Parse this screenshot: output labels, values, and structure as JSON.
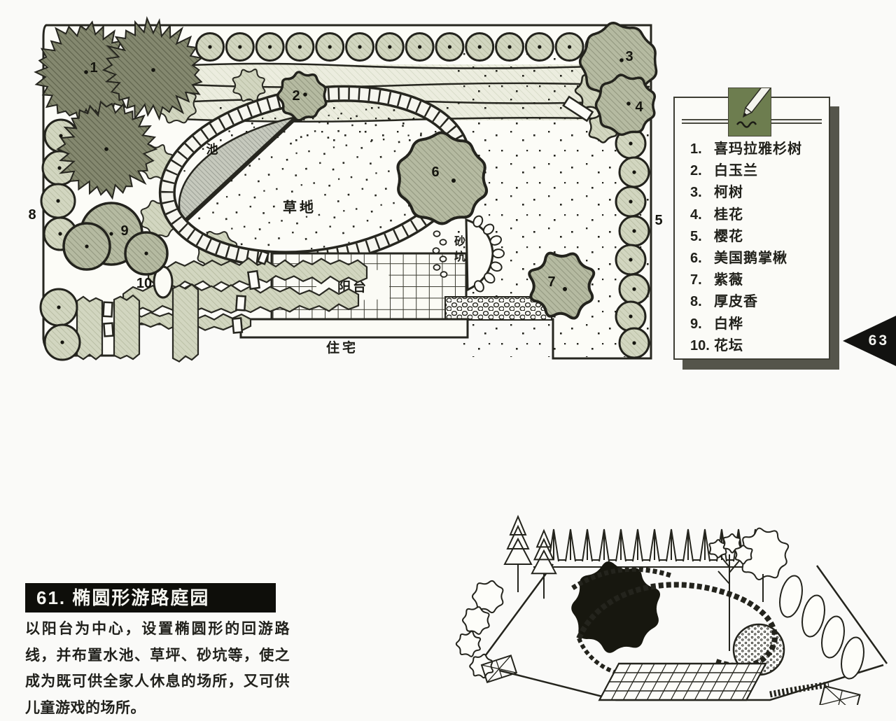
{
  "plan": {
    "labels": {
      "pond": "池",
      "lawn": "草地",
      "sandpit_1": "砂",
      "sandpit_2": "坑",
      "terrace": "阳台",
      "house": "住宅"
    },
    "markers": {
      "m1": "1",
      "m2": "2",
      "m3": "3",
      "m4": "4",
      "m5": "5",
      "m6": "6",
      "m7": "7",
      "m8": "8",
      "m9": "9",
      "m10": "10"
    }
  },
  "legend": {
    "items": [
      {
        "num": "1.",
        "name": "喜玛拉雅杉树"
      },
      {
        "num": "2.",
        "name": "白玉兰"
      },
      {
        "num": "3.",
        "name": "柯树"
      },
      {
        "num": "4.",
        "name": "桂花"
      },
      {
        "num": "5.",
        "name": "樱花"
      },
      {
        "num": "6.",
        "name": "美国鹅掌楸"
      },
      {
        "num": "7.",
        "name": "紫薇"
      },
      {
        "num": "8.",
        "name": "厚皮香"
      },
      {
        "num": "9.",
        "name": "白桦"
      },
      {
        "num": "10.",
        "name": "花坛"
      }
    ]
  },
  "page_tab": {
    "number": "63"
  },
  "article": {
    "title": "61. 椭圆形游路庭园",
    "body": "以阳台为中心，设置椭圆形的回游路线，并布置水池、草坪、砂坑等，使之成为既可供全家人休息的场所，又可供儿童游戏的场所。"
  },
  "colors": {
    "paper": "#fafaf8",
    "ink": "#26261f",
    "tree-dark": "#83876f",
    "tree-medium": "#b3b8a0",
    "tree-light": "#ced3bc",
    "band": "#e9ebdd",
    "pond": "#c2c6ba",
    "legend-green": "#6d7d4f",
    "tab-black": "#121210",
    "title-bg": "#0e0e0a"
  }
}
